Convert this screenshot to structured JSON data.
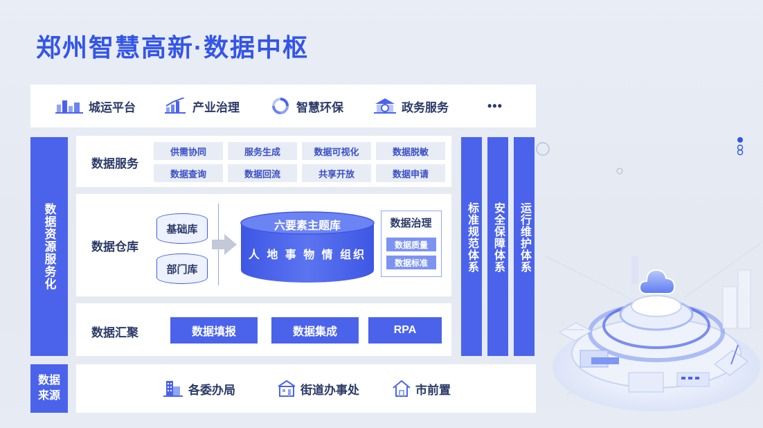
{
  "title": "郑州智慧高新·数据中枢",
  "top_apps": [
    {
      "label": "城运平台",
      "icon": "city-icon"
    },
    {
      "label": "产业治理",
      "icon": "bar-chart-icon"
    },
    {
      "label": "智慧环保",
      "icon": "recycle-icon"
    },
    {
      "label": "政务服务",
      "icon": "government-icon"
    }
  ],
  "top_more": "•••",
  "left_column": "数据资源服务化",
  "data_source_label": "数据来源",
  "data_service": {
    "label": "数据服务",
    "items": [
      "供需协同",
      "服务生成",
      "数据可视化",
      "数据脱敏",
      "数据查询",
      "数据回流",
      "共享开放",
      "数据申请"
    ]
  },
  "data_warehouse": {
    "label": "数据仓库",
    "left_dbs": [
      "基础库",
      "部门库"
    ],
    "main_db_title": "六要素主题库",
    "main_db_elements": "人 地 事 物 情 组织",
    "governance": {
      "title": "数据治理",
      "items": [
        "数据质量",
        "数据标准"
      ]
    }
  },
  "data_gather": {
    "label": "数据汇聚",
    "items": [
      "数据填报",
      "数据集成",
      "RPA"
    ]
  },
  "right_columns": [
    "标准规范体系",
    "安全保障体系",
    "运行维护体系"
  ],
  "sources": [
    {
      "label": "各委办局",
      "icon": "building-icon"
    },
    {
      "label": "街道办事处",
      "icon": "office-icon"
    },
    {
      "label": "市前置",
      "icon": "house-icon"
    }
  ],
  "colors": {
    "accent": "#3355e8",
    "blue": "#4b63ea",
    "text": "#2b3a67"
  }
}
